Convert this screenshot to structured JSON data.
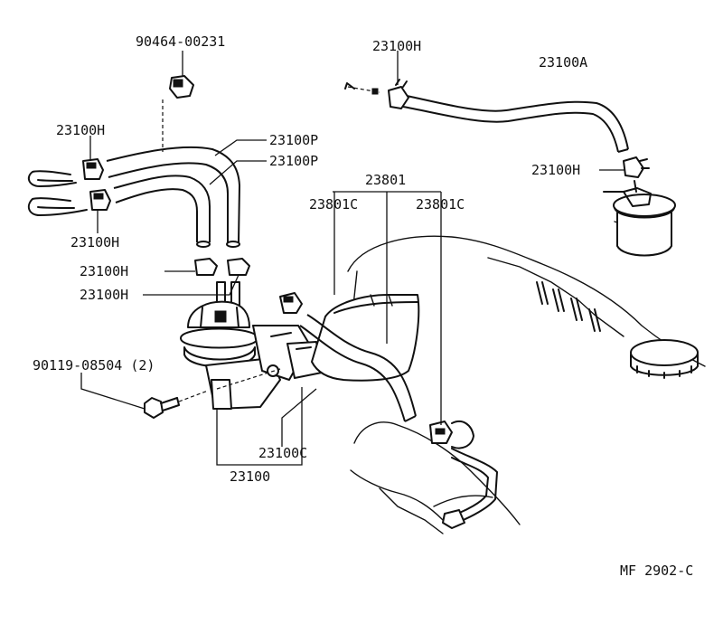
{
  "diagram": {
    "labels": {
      "l_90464": "90464-00231",
      "l_23100H_top": "23100H",
      "l_23100A": "23100A",
      "l_23100H_left1": "23100H",
      "l_23100P_1": "23100P",
      "l_23100P_2": "23100P",
      "l_23100H_right": "23100H",
      "l_23801": "23801",
      "l_23801C_1": "23801C",
      "l_23801C_2": "23801C",
      "l_23100H_left2": "23100H",
      "l_23100H_mid1": "23100H",
      "l_23100H_mid2": "23100H",
      "l_90119": "90119-08504 (2)",
      "l_23100C": "23100C",
      "l_23100": "23100",
      "l_code": "MF 2902-C"
    }
  }
}
